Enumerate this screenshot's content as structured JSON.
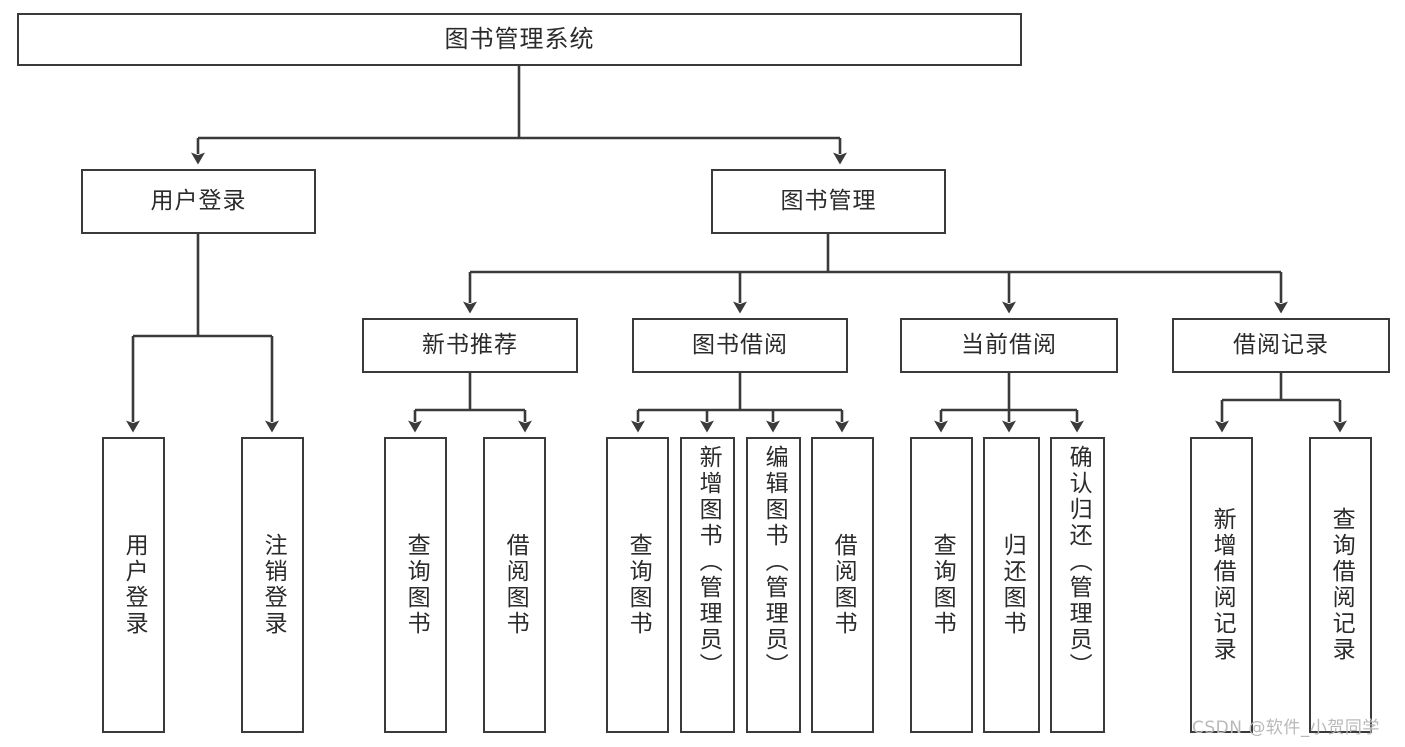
{
  "diagram": {
    "type": "tree-hierarchy",
    "title": "图书管理系统",
    "nodes": {
      "root": {
        "label": "图书管理系统"
      },
      "level2": [
        {
          "id": "user-login",
          "label": "用户登录"
        },
        {
          "id": "book-manage",
          "label": "图书管理"
        }
      ],
      "level3": [
        {
          "id": "new-book-recommend",
          "label": "新书推荐"
        },
        {
          "id": "book-borrow",
          "label": "图书借阅"
        },
        {
          "id": "current-borrow",
          "label": "当前借阅"
        },
        {
          "id": "borrow-record",
          "label": "借阅记录"
        }
      ],
      "leaves": [
        {
          "id": "leaf-user-login",
          "parent": "user-login",
          "label": "用户登录"
        },
        {
          "id": "leaf-logout",
          "parent": "user-login",
          "label": "注销登录"
        },
        {
          "id": "leaf-query-book-1",
          "parent": "new-book-recommend",
          "label": "查询图书"
        },
        {
          "id": "leaf-borrow-book-1",
          "parent": "new-book-recommend",
          "label": "借阅图书"
        },
        {
          "id": "leaf-query-book-2",
          "parent": "book-borrow",
          "label": "查询图书"
        },
        {
          "id": "leaf-add-book",
          "parent": "book-borrow",
          "label": "新增图书（管理员）"
        },
        {
          "id": "leaf-edit-book",
          "parent": "book-borrow",
          "label": "编辑图书（管理员）"
        },
        {
          "id": "leaf-borrow-book-2",
          "parent": "book-borrow",
          "label": "借阅图书"
        },
        {
          "id": "leaf-query-book-3",
          "parent": "current-borrow",
          "label": "查询图书"
        },
        {
          "id": "leaf-return-book",
          "parent": "current-borrow",
          "label": "归还图书"
        },
        {
          "id": "leaf-confirm-return",
          "parent": "current-borrow",
          "label": "确认归还（管理员）"
        },
        {
          "id": "leaf-add-record",
          "parent": "borrow-record",
          "label": "新增借阅记录"
        },
        {
          "id": "leaf-query-record",
          "parent": "borrow-record",
          "label": "查询借阅记录"
        }
      ]
    },
    "watermark": "CSDN @软件_小贺同学",
    "colors": {
      "stroke": "#3a3a3a",
      "background": "#ffffff",
      "text": "#2b2b2b",
      "watermark": "#b9b9b9"
    }
  }
}
